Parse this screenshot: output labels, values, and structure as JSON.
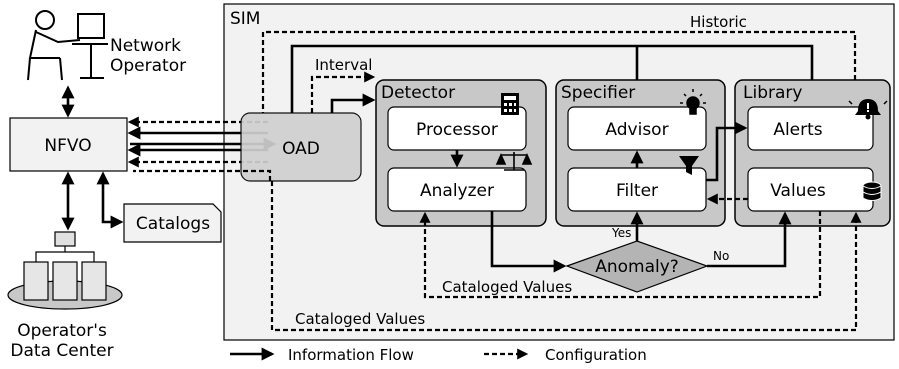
{
  "sim_label": "SIM",
  "network_operator": [
    "Network",
    "Operator"
  ],
  "nfvo": "NFVO",
  "catalogs": "Catalogs",
  "data_center": [
    "Operator's",
    "Data Center"
  ],
  "oad": "OAD",
  "interval": "Interval",
  "historic": "Historic",
  "detector": {
    "title": "Detector",
    "processor": "Processor",
    "analyzer": "Analyzer"
  },
  "specifier": {
    "title": "Specifier",
    "advisor": "Advisor",
    "filter": "Filter"
  },
  "library": {
    "title": "Library",
    "alerts": "Alerts",
    "values": "Values"
  },
  "decision": {
    "label": "Anomaly?",
    "yes": "Yes",
    "no": "No"
  },
  "cataloged_values_inner": "Cataloged Values",
  "cataloged_values_outer": "Cataloged Values",
  "legend": {
    "solid": "Information Flow",
    "dashed": "Configuration"
  }
}
